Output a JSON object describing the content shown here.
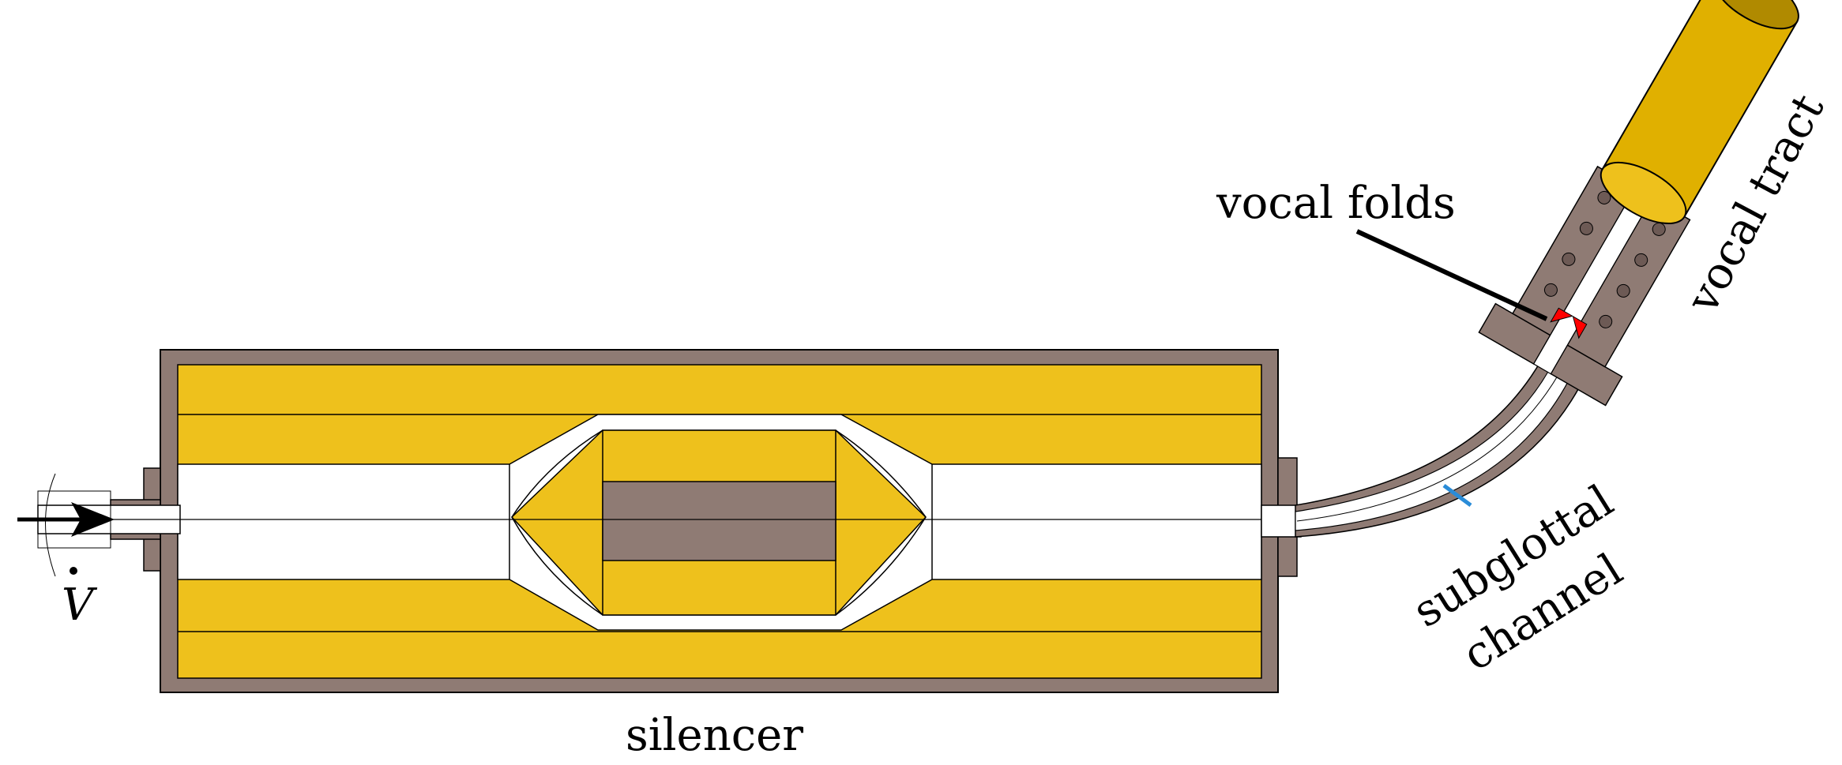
{
  "labels": {
    "silencer": "silencer",
    "vocal_folds": "vocal folds",
    "vocal_tract": "vocal tract",
    "subglottal_line1": "subglottal",
    "subglottal_line2": "channel",
    "flow_symbol": "V"
  },
  "colors": {
    "casing": "#8f7b74",
    "absorber": "#eec11c",
    "absorber_dark": "#e0b000",
    "folds": "#ff0000",
    "channel_wall_accent": "#2a8cd8",
    "outline": "#000000",
    "background": "#ffffff"
  }
}
